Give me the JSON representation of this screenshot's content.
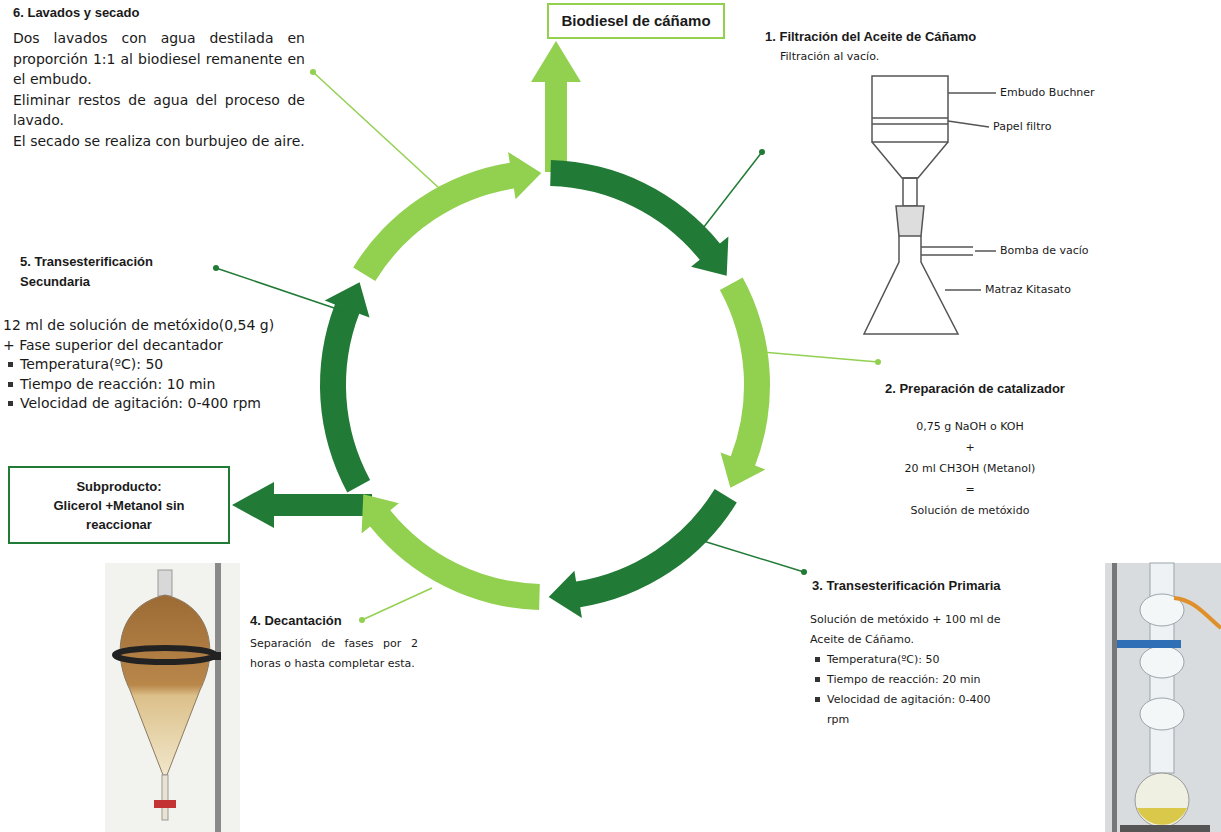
{
  "diagram": {
    "nodes": [
      {
        "text": [
          "Biodiesel de cáñamo"
        ]
      },
      {
        "text": [
          "Subproducto: Glicerol +Metanol sin reaccionar"
        ]
      }
    ],
    "labels": [
      "6. Lavados y secado",
      "Dos lavados con agua destilada en proporción 1:1 al biodiesel remanente en el embudo.",
      "Eliminar restos de agua del proceso de lavado.",
      "El secado se realiza con burbujeo de aire.",
      "1. Filtración del Aceite de Cáñamo",
      "Filtración al vacío.",
      "Embudo Buchner",
      "Papel filtro",
      "Bomba de vacío",
      "Matraz Kitasato",
      "5. Transesterificación Secundaria",
      "12 ml de solución de metóxido(0,54 g)",
      "+ Fase superior del decantador",
      "Temperatura(ºC): 50",
      "Tiempo de reacción: 10 min",
      "Velocidad de agitación: 0-400 rpm",
      "2. Preparación de catalizador",
      "0,75 g NaOH o KOH",
      "+",
      "20 ml CH3OH (Metanol)",
      "=",
      "Solución de metóxido",
      "3. Transesterificación Primaria",
      "Solución de metóxido + 100 ml de Aceite de Cáñamo.",
      "Temperatura(ºC): 50",
      "Tiempo de reacción: 20 min",
      "Velocidad de agitación: 0-400 rpm",
      "4. Decantación",
      "Separación de fases por 2 horas o hasta completar esta."
    ]
  }
}
